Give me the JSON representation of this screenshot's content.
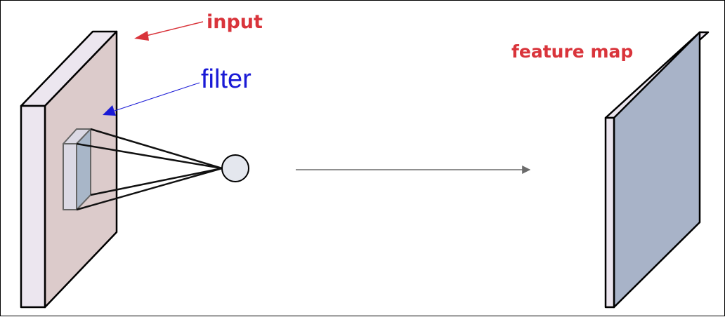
{
  "labels": {
    "input": "input",
    "filter": "filter",
    "feature_map": "feature map"
  },
  "colors": {
    "input_label": "#d9343b",
    "filter_label": "#1a1ad6",
    "feature_map_label": "#d9343b",
    "input_front": "#dccbcb",
    "input_side": "#ece6ef",
    "input_top": "#ece6ef",
    "filter_front": "#a8b6c8",
    "filter_side": "#dbd9e4",
    "feature_front": "#a8b3c8",
    "feature_side": "#ece6ef",
    "neuron": "#e4e7ee",
    "connector": "#111111",
    "flow_arrow": "#6b6b6b",
    "input_pointer": "#d9343b",
    "filter_pointer": "#1a1ad6"
  }
}
